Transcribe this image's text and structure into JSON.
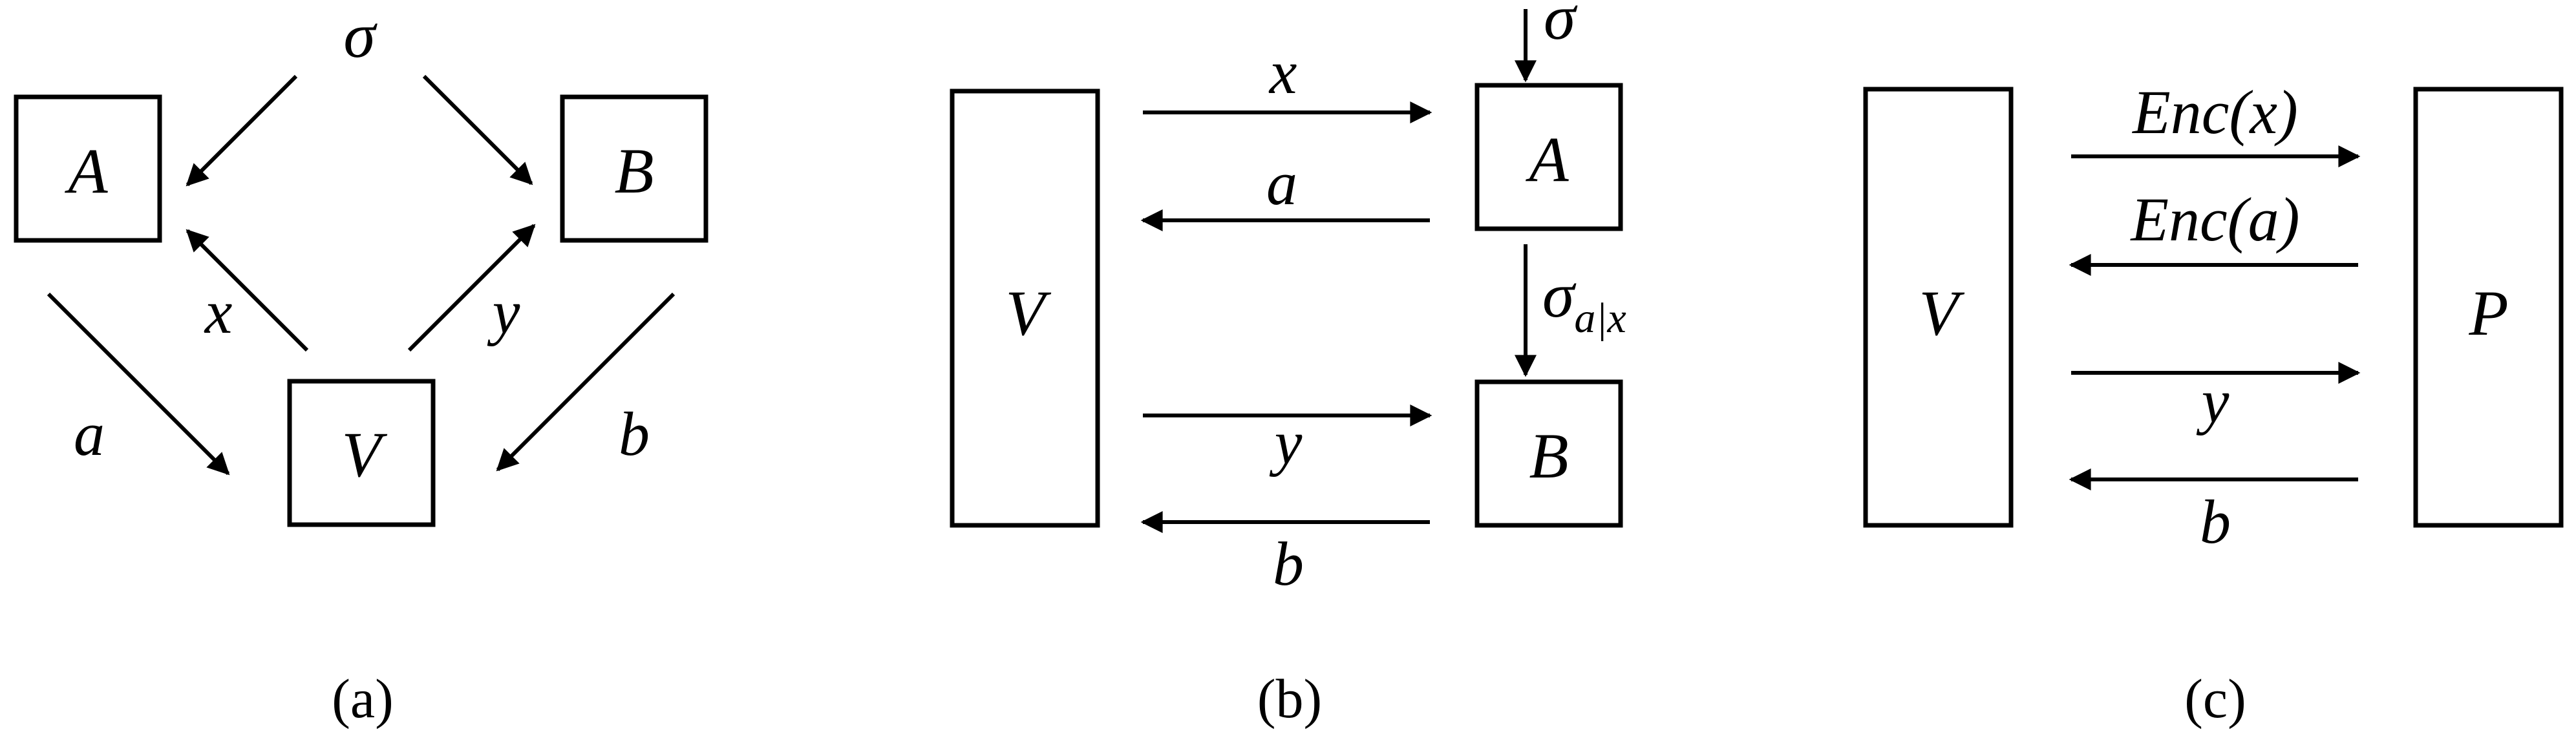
{
  "panel_a": {
    "caption": "(a)",
    "sigma": "σ",
    "box_A": "A",
    "box_B": "B",
    "box_V": "V",
    "label_x": "x",
    "label_y": "y",
    "label_a": "a",
    "label_b": "b"
  },
  "panel_b": {
    "caption": "(b)",
    "box_V": "V",
    "box_A": "A",
    "box_B": "B",
    "sigma": "σ",
    "sigma_cond_main": "σ",
    "sigma_cond_sub": "a|x",
    "label_x": "x",
    "label_a": "a",
    "label_y": "y",
    "label_b": "b"
  },
  "panel_c": {
    "caption": "(c)",
    "box_V": "V",
    "box_P": "P",
    "enc_x": "Enc(x)",
    "enc_a": "Enc(a)",
    "label_y": "y",
    "label_b": "b"
  }
}
